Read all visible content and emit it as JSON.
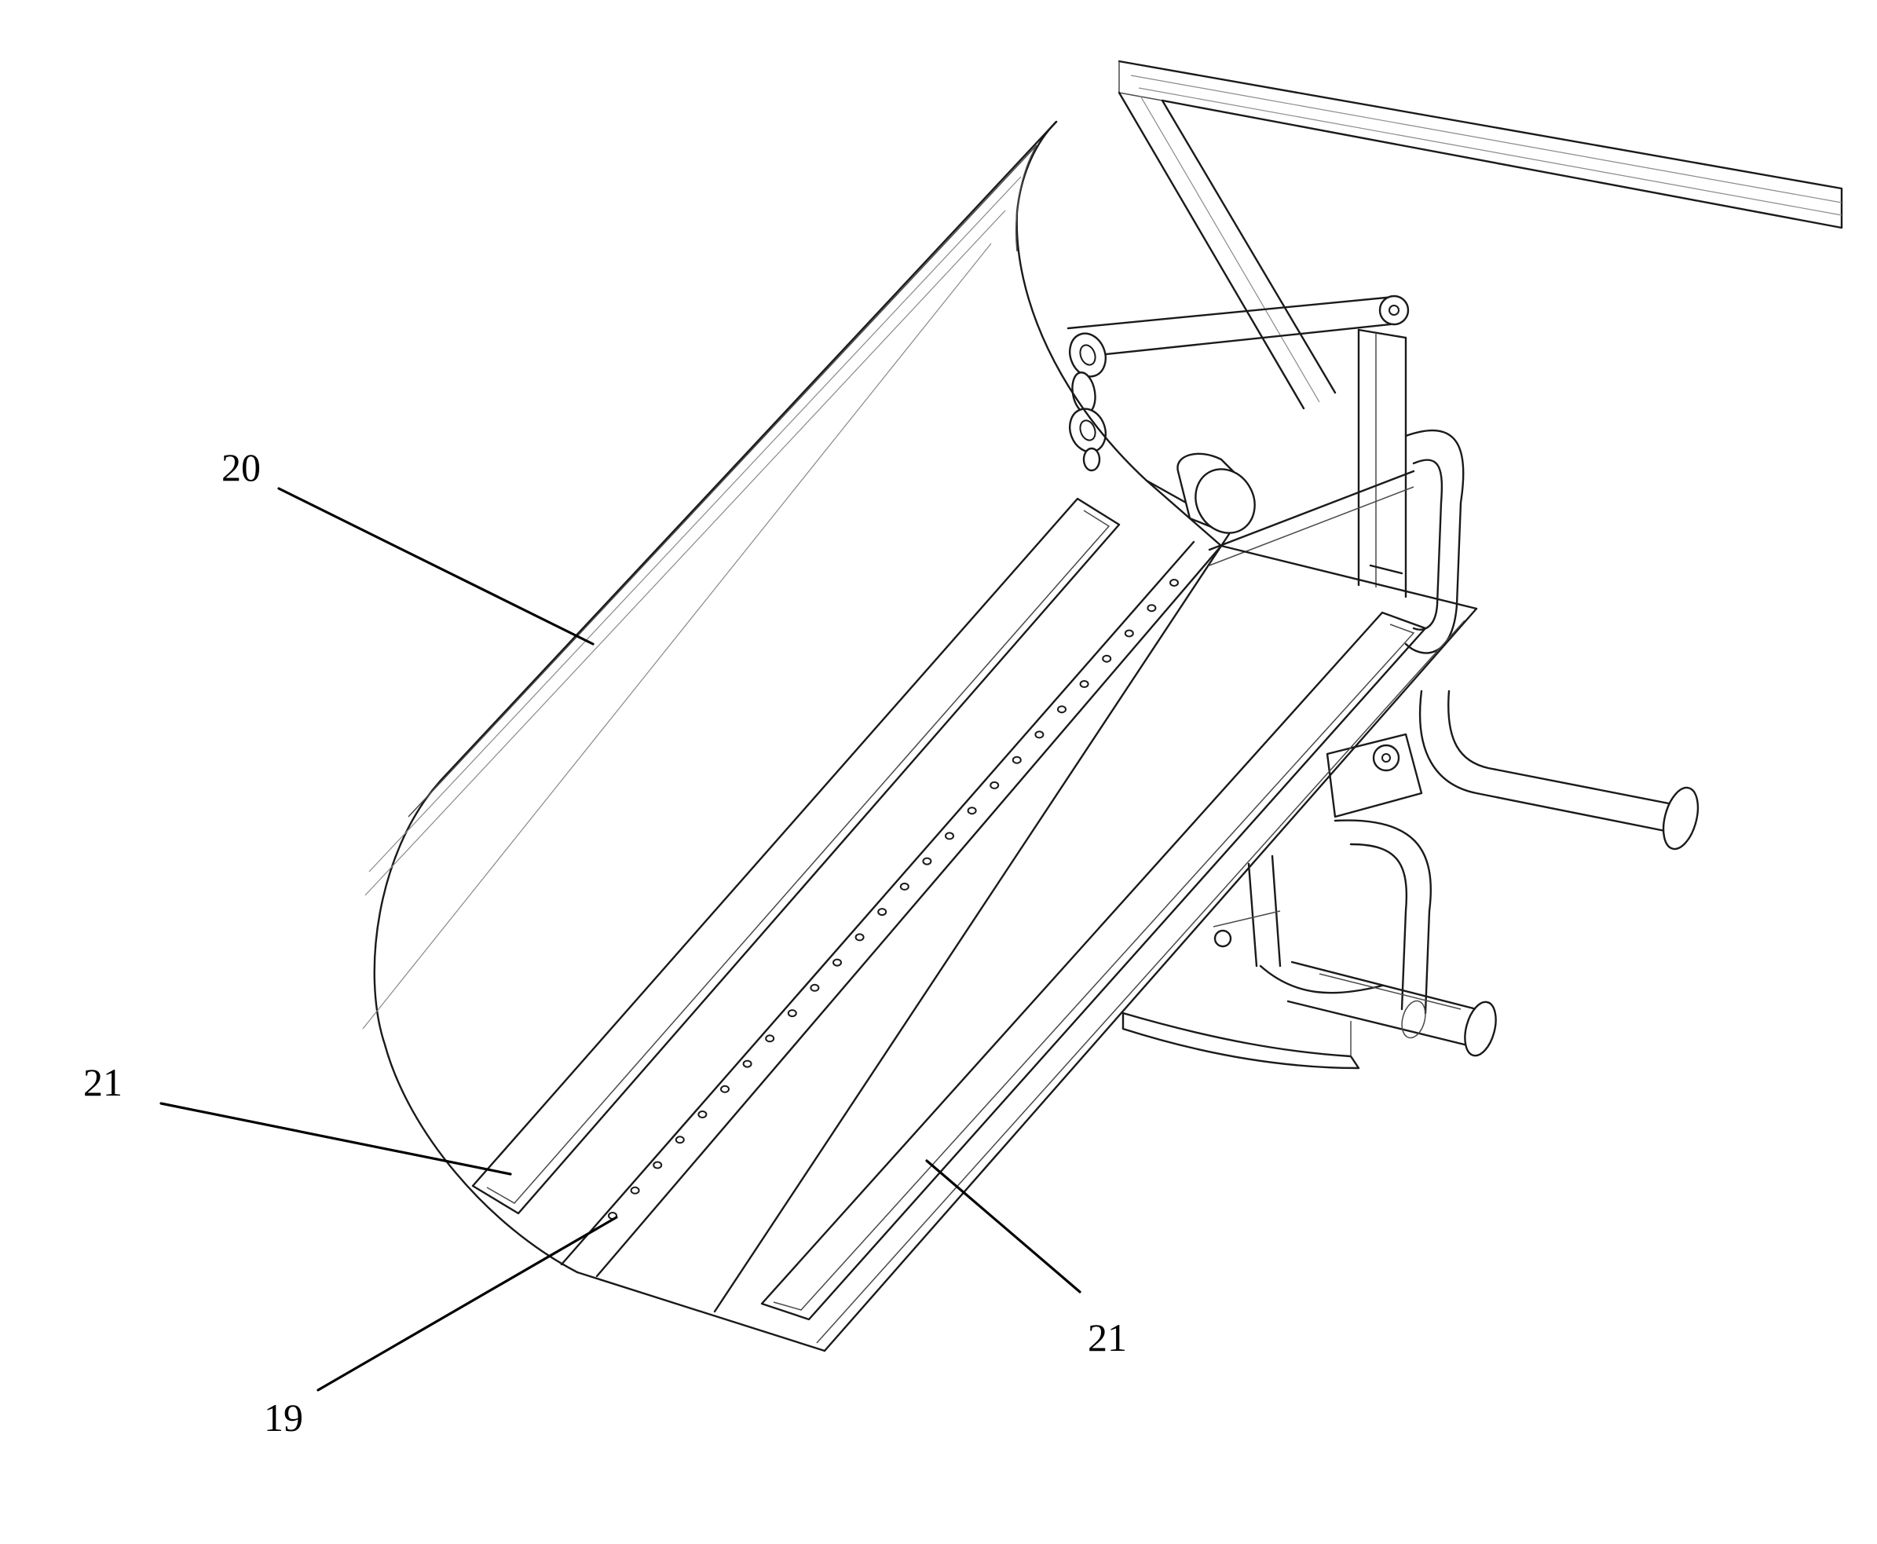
{
  "figure": {
    "reference_numerals": {
      "trough": "20",
      "slot_left": "21",
      "slot_right": "21",
      "hole_row": "19"
    }
  }
}
